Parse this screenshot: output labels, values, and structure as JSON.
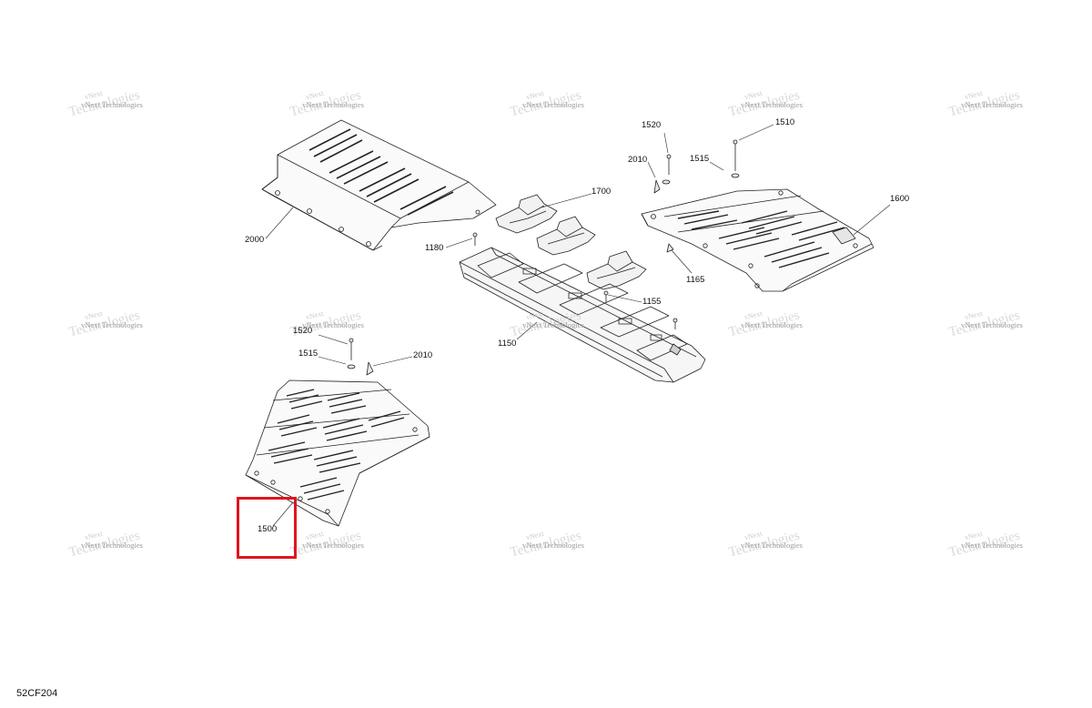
{
  "figure_code": "52CF204",
  "watermark": {
    "line1": "vNext",
    "line2": "Technologies",
    "caption": "vNext Technologies"
  },
  "callouts": [
    {
      "id": "c2000",
      "label": "2000"
    },
    {
      "id": "c1700",
      "label": "1700"
    },
    {
      "id": "c1180",
      "label": "1180"
    },
    {
      "id": "c1520a",
      "label": "1520"
    },
    {
      "id": "c1510",
      "label": "1510"
    },
    {
      "id": "c2010a",
      "label": "2010"
    },
    {
      "id": "c1515a",
      "label": "1515"
    },
    {
      "id": "c1600",
      "label": "1600"
    },
    {
      "id": "c1165",
      "label": "1165"
    },
    {
      "id": "c1155",
      "label": "1155"
    },
    {
      "id": "c1150",
      "label": "1150"
    },
    {
      "id": "c1520b",
      "label": "1520"
    },
    {
      "id": "c1515b",
      "label": "1515"
    },
    {
      "id": "c2010b",
      "label": "2010"
    },
    {
      "id": "c1500",
      "label": "1500"
    }
  ],
  "highlight": {
    "target": "1500",
    "color": "#e0141e"
  }
}
